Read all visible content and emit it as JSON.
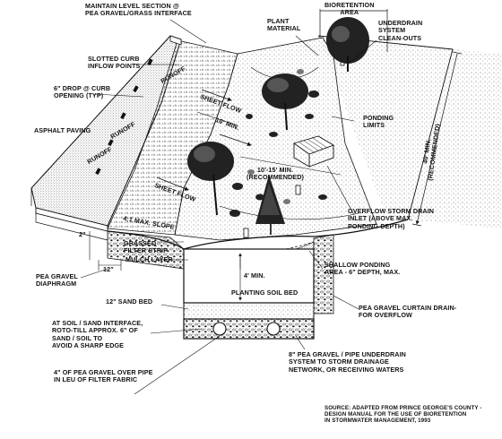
{
  "labels": {
    "maintain_level": "MAINTAIN LEVEL SECTION @\nPEA GRAVEL/GRASS INTERFACE",
    "bioretention_area": "BIORETENTION\nAREA",
    "plant_material": "PLANT\nMATERIAL",
    "underdrain_cleanouts": "UNDERDRAIN\nSYSTEM\nCLEAN-OUTS",
    "slotted_curb": "SLOTTED CURB\nINFLOW POINTS",
    "six_inch_drop": "6\" DROP @ CURB\nOPENING (TYP)",
    "runoff_1": "RUNOFF",
    "runoff_2": "RUNOFF",
    "runoff_3": "RUNOFF",
    "asphalt_paving": "ASPHALT PAVING",
    "sheet_flow_1": "SHEET FLOW",
    "sheet_flow_2": "SHEET FLOW",
    "ten_min": "10' MIN.",
    "ponding_limits": "PONDING\nLIMITS",
    "forty_min": "40' MIN.\n(RECOMMENDED)",
    "ten_fifteen_min": "10'-15' MIN.\n(RECOMMENDED)",
    "slope": "4:1 MAX. SLOPE",
    "two_inch": "2\"",
    "overflow_inlet": "OVERFLOW STORM DRAIN\nINLET (ABOVE MAX.\nPONDING DEPTH)",
    "grassed_filter": "GRASSED\nFILTER STRIP",
    "twelve_inch": "12\"",
    "pea_gravel_diaphragm": "PEA GRAVEL\nDIAPHRAGM",
    "mulch_layer": "MULCH LAYER",
    "four_min": "4' MIN.",
    "shallow_ponding": "SHALLOW PONDING\nAREA - 6\" DEPTH, MAX.",
    "planting_soil_bed": "PLANTING SOIL BED",
    "twelve_sand_bed": "12\" SAND BED",
    "curtain_drain": "PEA GRAVEL CURTAIN DRAIN-\nFOR OVERFLOW",
    "soil_sand_interface": "AT SOIL / SAND INTERFACE,\nROTO-TILL APPROX. 6\" OF\nSAND / SOIL TO\nAVOID A SHARP EDGE",
    "pea_gravel_underdrain": "8\" PEA GRAVEL / PIPE UNDERDRAIN\nSYSTEM TO STORM DRAINAGE\nNETWORK, OR RECEIVING WATERS",
    "four_pea_gravel": "4\" OF PEA GRAVEL OVER PIPE\nIN LEU OF FILTER FABRIC",
    "source": "SOURCE: ADAPTED FROM PRINCE GEORGE'S COUNTY -\nDESIGN MANUAL FOR THE USE OF BIORETENTION\nIN STORMWATER MANAGEMENT, 1993"
  },
  "colors": {
    "ink": "#111111",
    "paper": "#ffffff",
    "stipple": "#555555"
  }
}
